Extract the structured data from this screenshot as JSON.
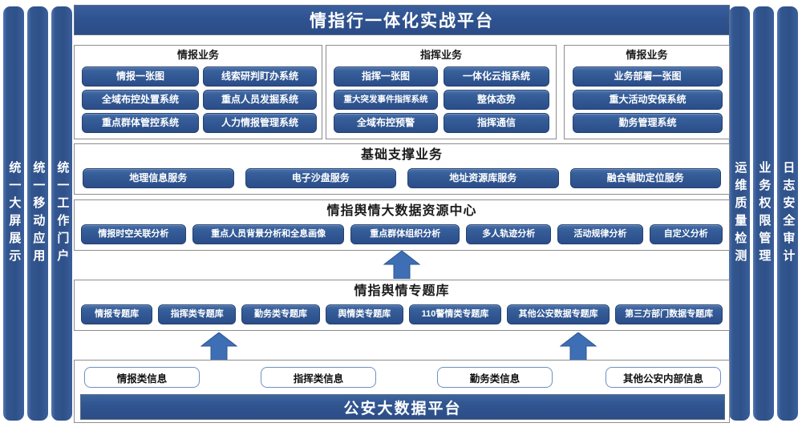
{
  "title": "情指行一体化实战平台",
  "colors": {
    "primary_blue": "#2F5490",
    "arrow_blue": "#3E6FB5",
    "panel_border": "#8D8D8D",
    "chip_border": "#6F8FC0"
  },
  "left_pillars": [
    {
      "label": "统一大屏展示"
    },
    {
      "label": "统一移动应用"
    },
    {
      "label": "统一工作门户"
    }
  ],
  "right_pillars": [
    {
      "label": "运维质量检测"
    },
    {
      "label": "业务权限管理"
    },
    {
      "label": "日志安全审计"
    }
  ],
  "business_panels": [
    {
      "title": "情报业务",
      "columns": [
        [
          "情报一张图",
          "全域布控处置系统",
          "重点群体管控系统"
        ],
        [
          "线索研判盯办系统",
          "重点人员发掘系统",
          "人力情报管理系统"
        ]
      ]
    },
    {
      "title": "指挥业务",
      "columns": [
        [
          "指挥一张图",
          "重大突发事件指挥系统",
          "全域布控预警"
        ],
        [
          "一体化云指系统",
          "整体态势",
          "指挥通信"
        ]
      ]
    },
    {
      "title": "情报业务",
      "columns": [
        [
          "业务部署一张图",
          "重大活动安保系统",
          "勤务管理系统"
        ]
      ]
    }
  ],
  "support_layer": {
    "title": "基础支撑业务",
    "items": [
      "地理信息服务",
      "电子沙盘服务",
      "地址资源库服务",
      "融合辅助定位服务"
    ]
  },
  "bigdata_layer": {
    "title": "情指舆情大数据资源中心",
    "items": [
      "情报时空关联分析",
      "重点人员背景分析和全息画像",
      "重点群体组织分析",
      "多人轨迹分析",
      "活动规律分析",
      "自定义分析"
    ]
  },
  "topic_layer": {
    "title": "情指舆情专题库",
    "items": [
      "情报专题库",
      "指挥类专题库",
      "勤务类专题库",
      "舆情类专题库",
      "110警情类专题库",
      "其他公安数据专题库",
      "第三方部门数据专题库"
    ]
  },
  "source_layer": {
    "items": [
      "情报类信息",
      "指挥类信息",
      "勤务类信息",
      "其他公安内部信息"
    ]
  },
  "platform_bar": {
    "label": "公安大数据平台"
  },
  "arrows": [
    {
      "name": "arrow-bigdata-up"
    },
    {
      "name": "arrow-topic-up-left"
    },
    {
      "name": "arrow-topic-up-right"
    }
  ]
}
